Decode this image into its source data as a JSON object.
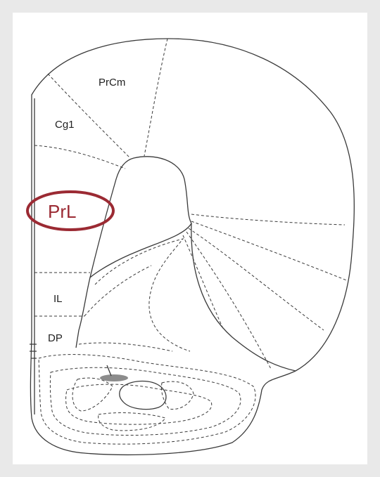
{
  "regions": {
    "prcm": "PrCm",
    "cg1": "Cg1",
    "prl": "PrL",
    "il": "IL",
    "dp": "DP"
  },
  "colors": {
    "background": "#e9e9e9",
    "highlight": "#9b2a33",
    "line": "#3a3a3a",
    "fill_gray": "#8c8c8c"
  }
}
